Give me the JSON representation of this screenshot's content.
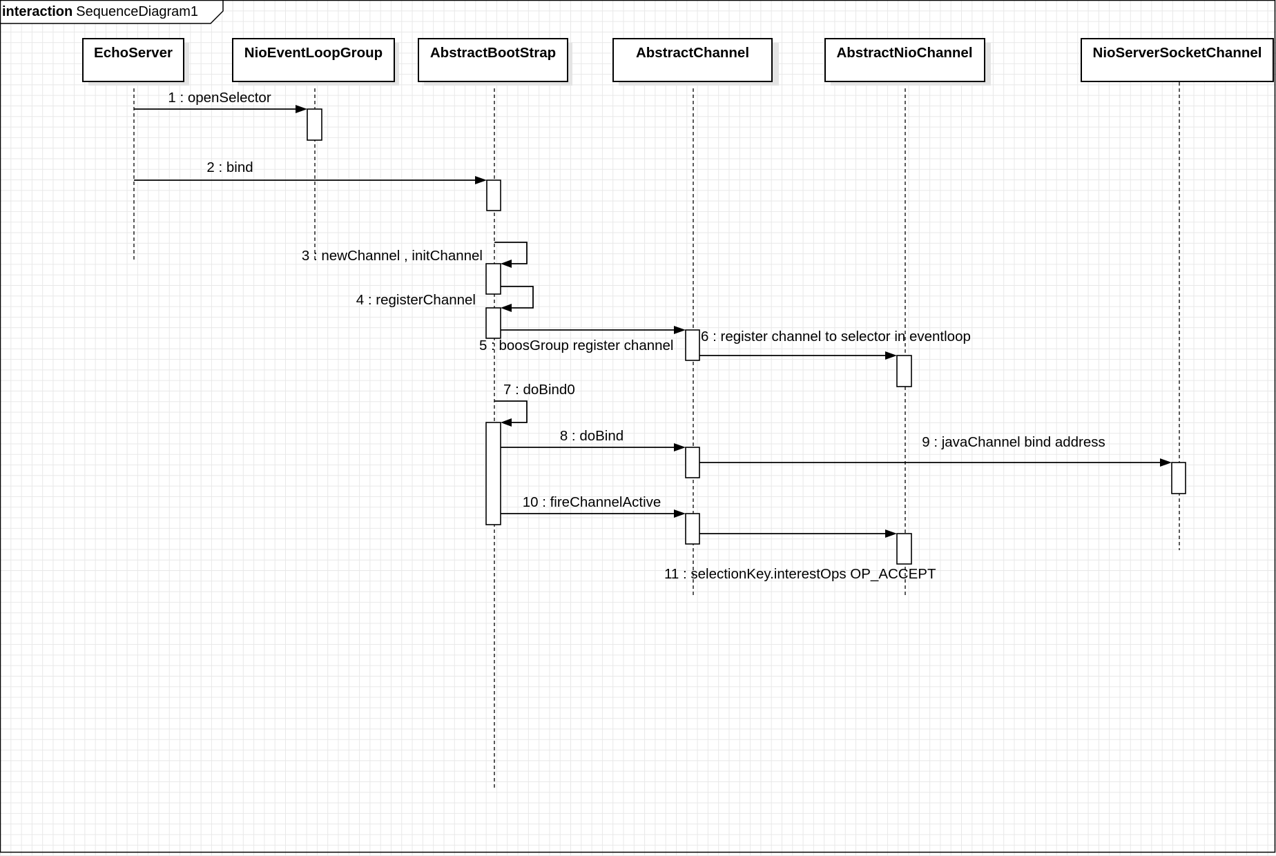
{
  "frame": {
    "kind": "interaction",
    "name": "SequenceDiagram1"
  },
  "lifelines": [
    {
      "name": "EchoServer"
    },
    {
      "name": "NioEventLoopGroup"
    },
    {
      "name": "AbstractBootStrap"
    },
    {
      "name": "AbstractChannel"
    },
    {
      "name": "AbstractNioChannel"
    },
    {
      "name": "NioServerSocketChannel"
    }
  ],
  "messages": [
    {
      "label": "1 : openSelector",
      "from": 0,
      "to": 1
    },
    {
      "label": "2 : bind",
      "from": 0,
      "to": 2
    },
    {
      "label": "3 : newChannel , initChannel",
      "from": 2,
      "to": 2
    },
    {
      "label": "4 : registerChannel",
      "from": 2,
      "to": 2
    },
    {
      "label": "5 : boosGroup register channel",
      "from": 2,
      "to": 3
    },
    {
      "label": "6 : register channel to selector in eventloop",
      "from": 3,
      "to": 4
    },
    {
      "label": "7 : doBind0",
      "from": 2,
      "to": 2
    },
    {
      "label": "8 : doBind",
      "from": 2,
      "to": 3
    },
    {
      "label": "9 : javaChannel bind address",
      "from": 3,
      "to": 5
    },
    {
      "label": "10 : fireChannelActive",
      "from": 2,
      "to": 3
    },
    {
      "label": "11 : selectionKey.interestOps OP_ACCEPT",
      "from": 3,
      "to": 4
    }
  ]
}
